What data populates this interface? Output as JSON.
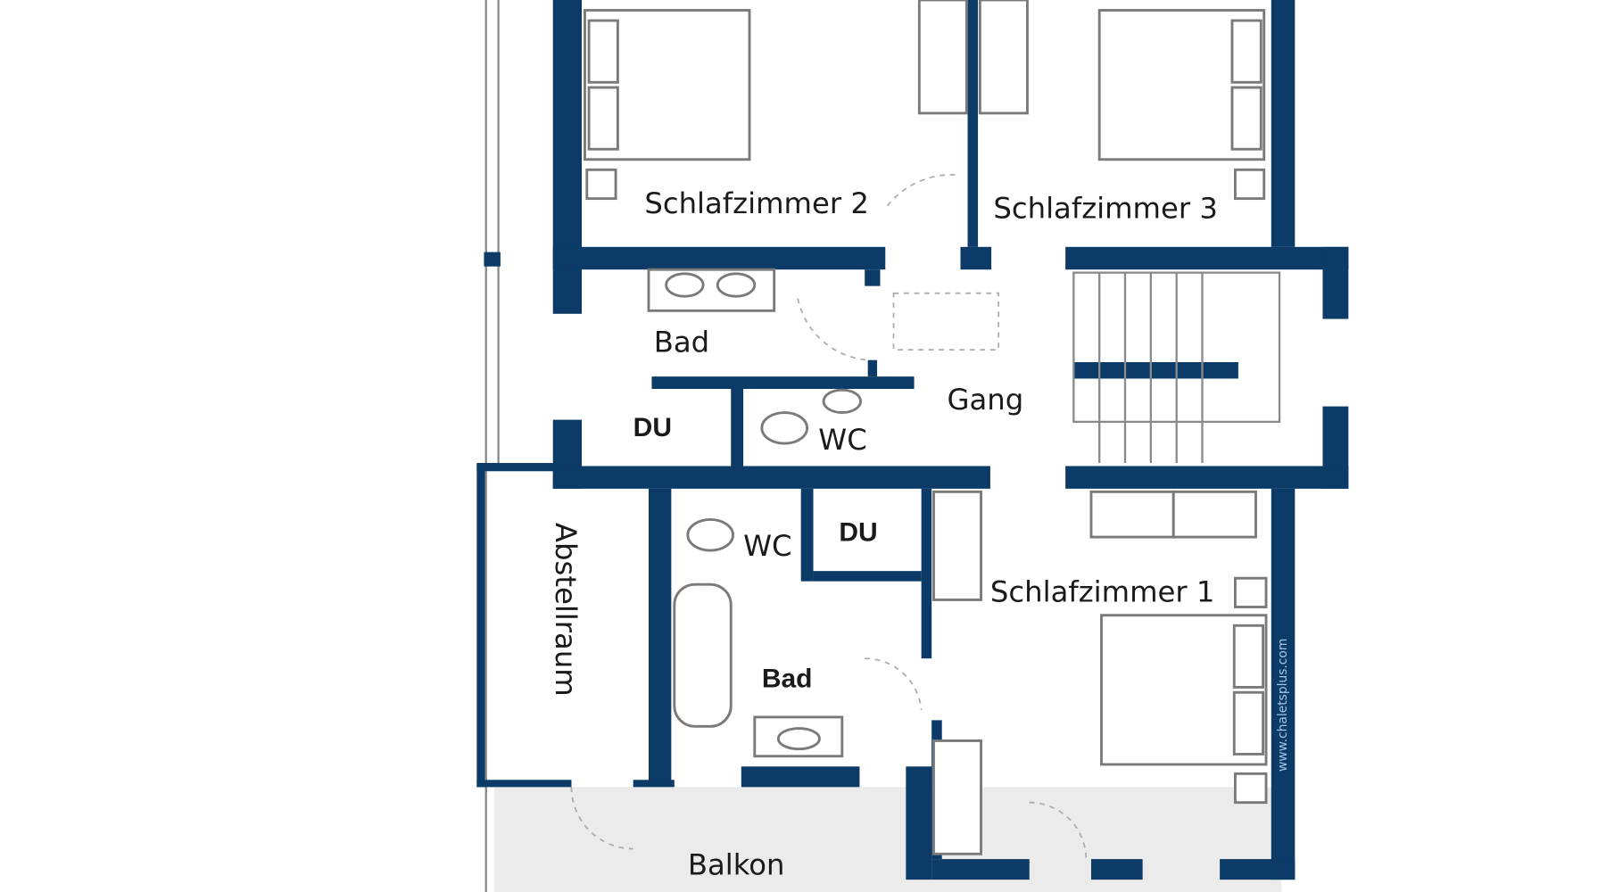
{
  "floorplan": {
    "rooms": {
      "bedroom2": "Schlafzimmer 2",
      "bedroom3": "Schlafzimmer 3",
      "bath_top": "Bad",
      "hallway": "Gang",
      "shower_top": "DU",
      "wc_top": "WC",
      "storage": "Abstellraum",
      "wc_bottom": "WC",
      "shower_bottom": "DU",
      "bedroom1": "Schlafzimmer 1",
      "bath_bottom": "Bad",
      "balcony": "Balkon"
    },
    "watermark": "www.chaletsplus.com"
  },
  "colors": {
    "wall": "#0b3b66",
    "balcony": "#ebebeb",
    "watermark": "#9cc7ea"
  }
}
